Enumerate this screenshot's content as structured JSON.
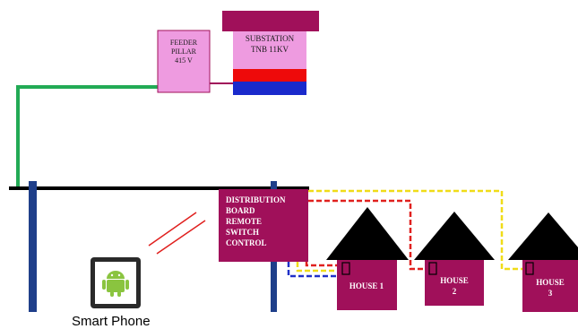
{
  "feeder_pillar": {
    "lines": [
      "FEEDER",
      "PILLAR",
      "415 V"
    ]
  },
  "substation": {
    "lines": [
      "SUBSTATION",
      "TNB 11KV"
    ]
  },
  "distribution_board": {
    "lines": [
      "DISTRIBUTION",
      "BOARD",
      "REMOTE",
      "SWITCH",
      "CONTROL"
    ]
  },
  "houses": [
    {
      "lines": [
        "HOUSE 1"
      ]
    },
    {
      "lines": [
        "HOUSE",
        "2"
      ]
    },
    {
      "lines": [
        "HOUSE",
        "3"
      ]
    }
  ],
  "smartphone": {
    "caption": "Smart Phone"
  },
  "colors": {
    "green_line": "#22aa55",
    "pole_blue": "#1f3f8a",
    "magenta": "#a0105a",
    "feeder_pink": "#ee9be0",
    "substation_red": "#ee0a0a",
    "substation_blue": "#1a2acc",
    "yellow_wire": "#f0dc18",
    "red_wire": "#e0201e",
    "blue_wire": "#2030c8",
    "roof_black": "#000000"
  }
}
